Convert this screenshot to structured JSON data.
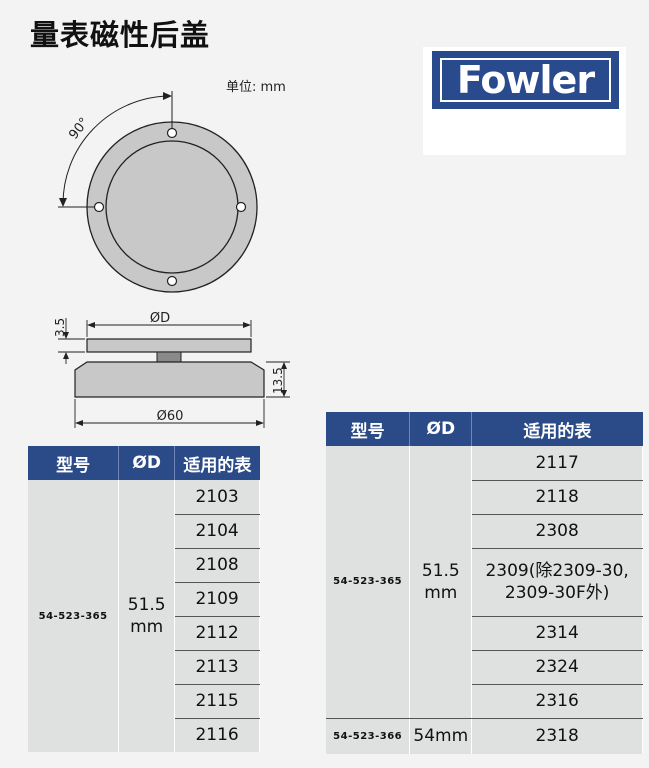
{
  "title": "量表磁性后盖",
  "unit_label": "单位: mm",
  "logo_text": "Fowler",
  "colors": {
    "header_bg": "#2b4a88",
    "cell_bg": "#dfe0e0",
    "logo_bg": "#2a4a8e"
  },
  "drawing": {
    "angle_label": "90°",
    "dim_thickness": "3.5",
    "dim_inner": "ØD",
    "dim_height": "13.5",
    "dim_outer": "Ø60"
  },
  "table_left": {
    "headers": [
      "型号",
      "ØD",
      "适用的表"
    ],
    "model": "54-523-365",
    "od": "51.5\nmm",
    "gauges": [
      "2103",
      "2104",
      "2108",
      "2109",
      "2112",
      "2113",
      "2115",
      "2116"
    ]
  },
  "table_right": {
    "headers": [
      "型号",
      "ØD",
      "适用的表"
    ],
    "group1": {
      "model": "54-523-365",
      "od": "51.5\nmm",
      "gauges": [
        "2117",
        "2118",
        "2308",
        "2309(除2309-30,\n2309-30F外)",
        "2314",
        "2324",
        "2316"
      ]
    },
    "group2": {
      "model": "54-523-366",
      "od": "54mm",
      "gauges": [
        "2318"
      ]
    }
  }
}
